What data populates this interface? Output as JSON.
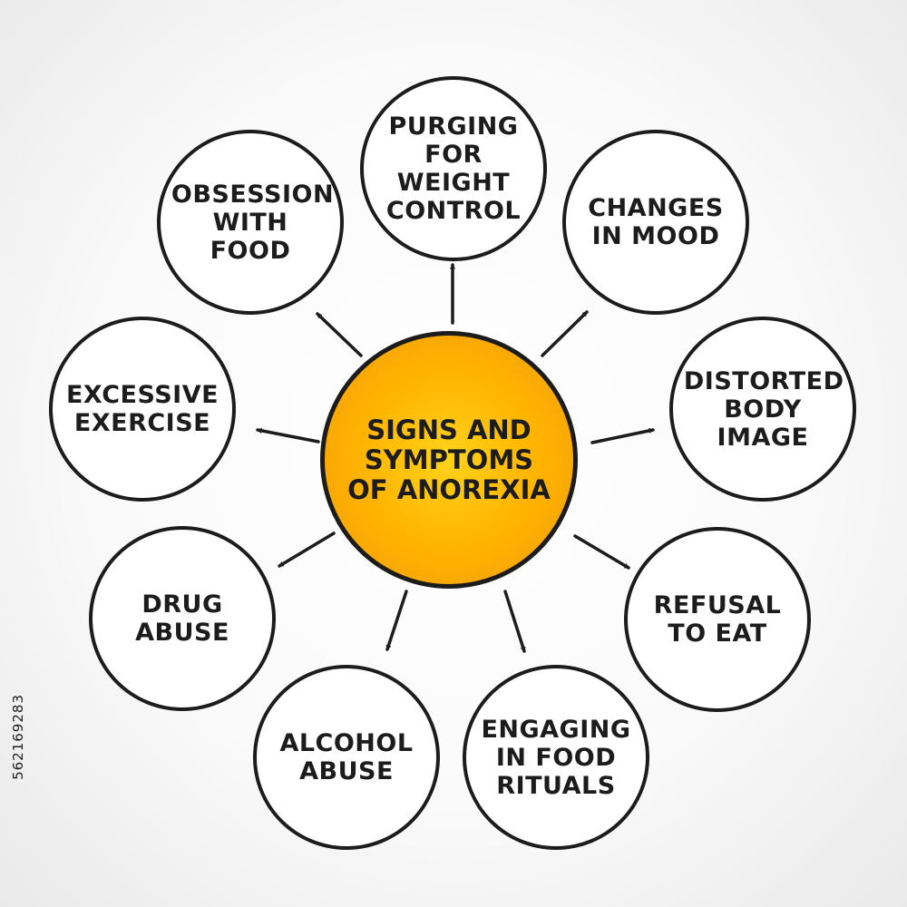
{
  "diagram": {
    "center": {
      "label": "Signs and\nSymptoms\nof anorexia",
      "color": "#ffb400"
    },
    "nodes": [
      {
        "id": "purging",
        "label": "Purging\nfor\nweight\ncontrol"
      },
      {
        "id": "changes-mood",
        "label": "Changes\nin mood"
      },
      {
        "id": "distorted-body-image",
        "label": "Distorted\nbody\nimage"
      },
      {
        "id": "refusal-to-eat",
        "label": "Refusal\nto eat"
      },
      {
        "id": "food-rituals",
        "label": "Engaging\nin food\nrituals"
      },
      {
        "id": "alcohol-abuse",
        "label": "Alcohol\nabuse"
      },
      {
        "id": "drug-abuse",
        "label": "Drug\nabuse"
      },
      {
        "id": "excessive-exercise",
        "label": "Excessive\nexercise"
      },
      {
        "id": "obsession-food",
        "label": "Obsession\nwith food"
      }
    ]
  },
  "stock_id": "562169283"
}
